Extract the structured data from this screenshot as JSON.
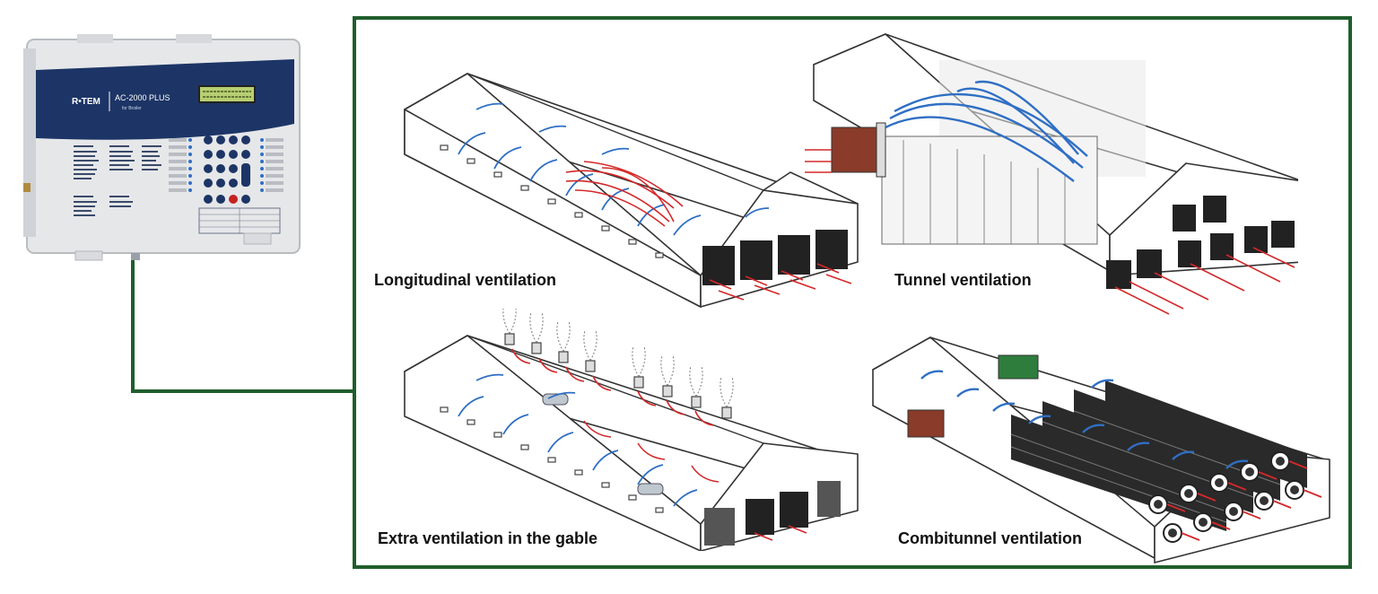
{
  "controller": {
    "brand": "R   TEM",
    "model": "AC-2000 PLUS",
    "subtitle": "for Broiler"
  },
  "colors": {
    "frame": "#1f5e2c",
    "air_in": "#2f6fc4",
    "air_out": "#d4282a",
    "panel_blue": "#1d3566",
    "pad": "#8a3b2a"
  },
  "panels": [
    {
      "id": "longitudinal",
      "caption": "Longitudinal ventilation"
    },
    {
      "id": "tunnel",
      "caption": "Tunnel ventilation"
    },
    {
      "id": "gable",
      "caption": "Extra ventilation in the gable"
    },
    {
      "id": "combitunnel",
      "caption": "Combitunnel ventilation"
    }
  ]
}
